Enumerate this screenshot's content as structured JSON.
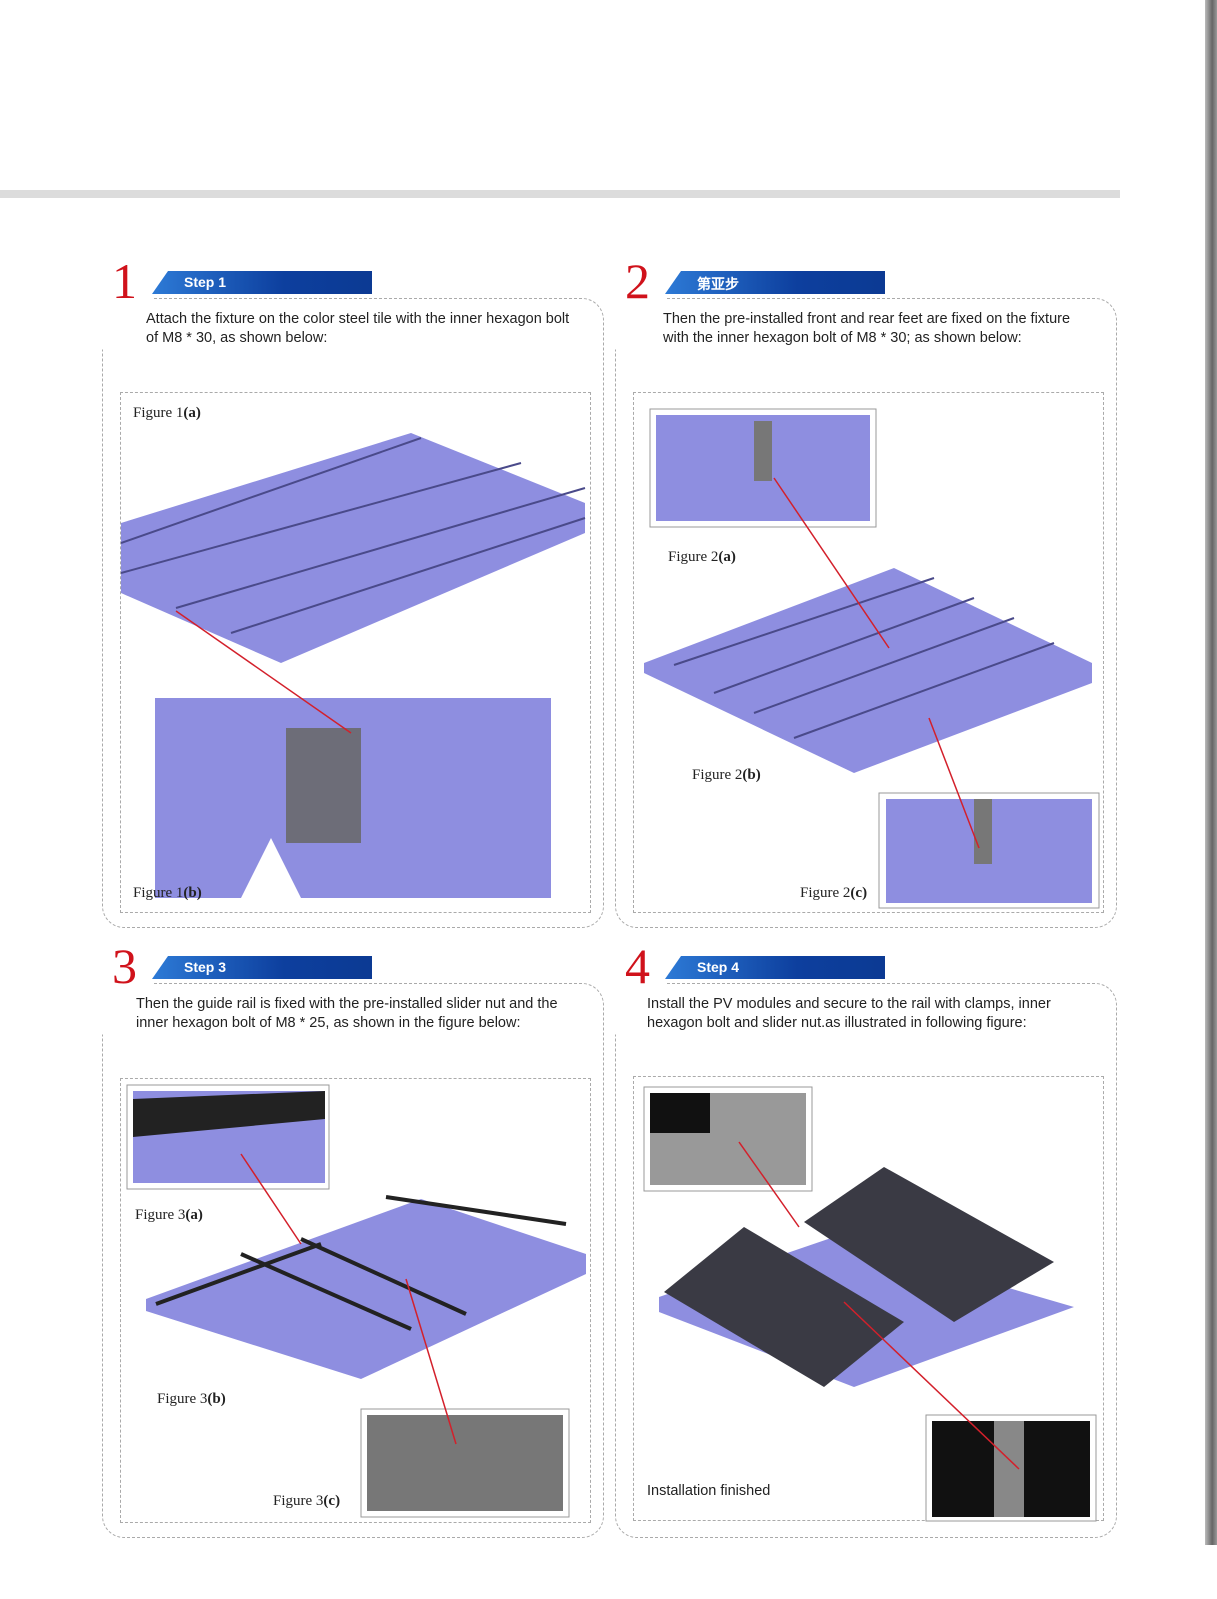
{
  "steps": [
    {
      "number": "1",
      "title": "Step 1",
      "description": "Attach the fixture on the color steel tile with the inner hexagon bolt of M8 * 30, as shown below:",
      "figures": [
        {
          "prefix": "Figure 1",
          "suffix": "(a)"
        },
        {
          "prefix": "Figure 1",
          "suffix": "(b)"
        }
      ]
    },
    {
      "number": "2",
      "title": "第亚步",
      "description": "Then the pre-installed front and rear feet are fixed on the fixture with the inner hexagon bolt of M8 * 30; as shown below:",
      "figures": [
        {
          "prefix": "Figure 2",
          "suffix": "(a)"
        },
        {
          "prefix": "Figure 2",
          "suffix": "(b)"
        },
        {
          "prefix": "Figure 2",
          "suffix": "(c)"
        }
      ]
    },
    {
      "number": "3",
      "title": "Step 3",
      "description": "Then the guide rail is fixed with the pre-installed slider nut and the inner hexagon bolt of M8 * 25, as shown in the figure below:",
      "figures": [
        {
          "prefix": "Figure 3",
          "suffix": "(a)"
        },
        {
          "prefix": "Figure 3",
          "suffix": "(b)"
        },
        {
          "prefix": "Figure 3",
          "suffix": "(c)"
        }
      ]
    },
    {
      "number": "4",
      "title": "Step 4",
      "description": "Install the PV modules and secure to the rail with clamps, inner hexagon bolt and slider nut.as illustrated in following figure:",
      "caption": "Installation finished"
    }
  ],
  "colors": {
    "roof": "#8e8ee0",
    "arrow": "#d3202b",
    "banner": "#0d3f9e",
    "number": "#d0121b"
  }
}
